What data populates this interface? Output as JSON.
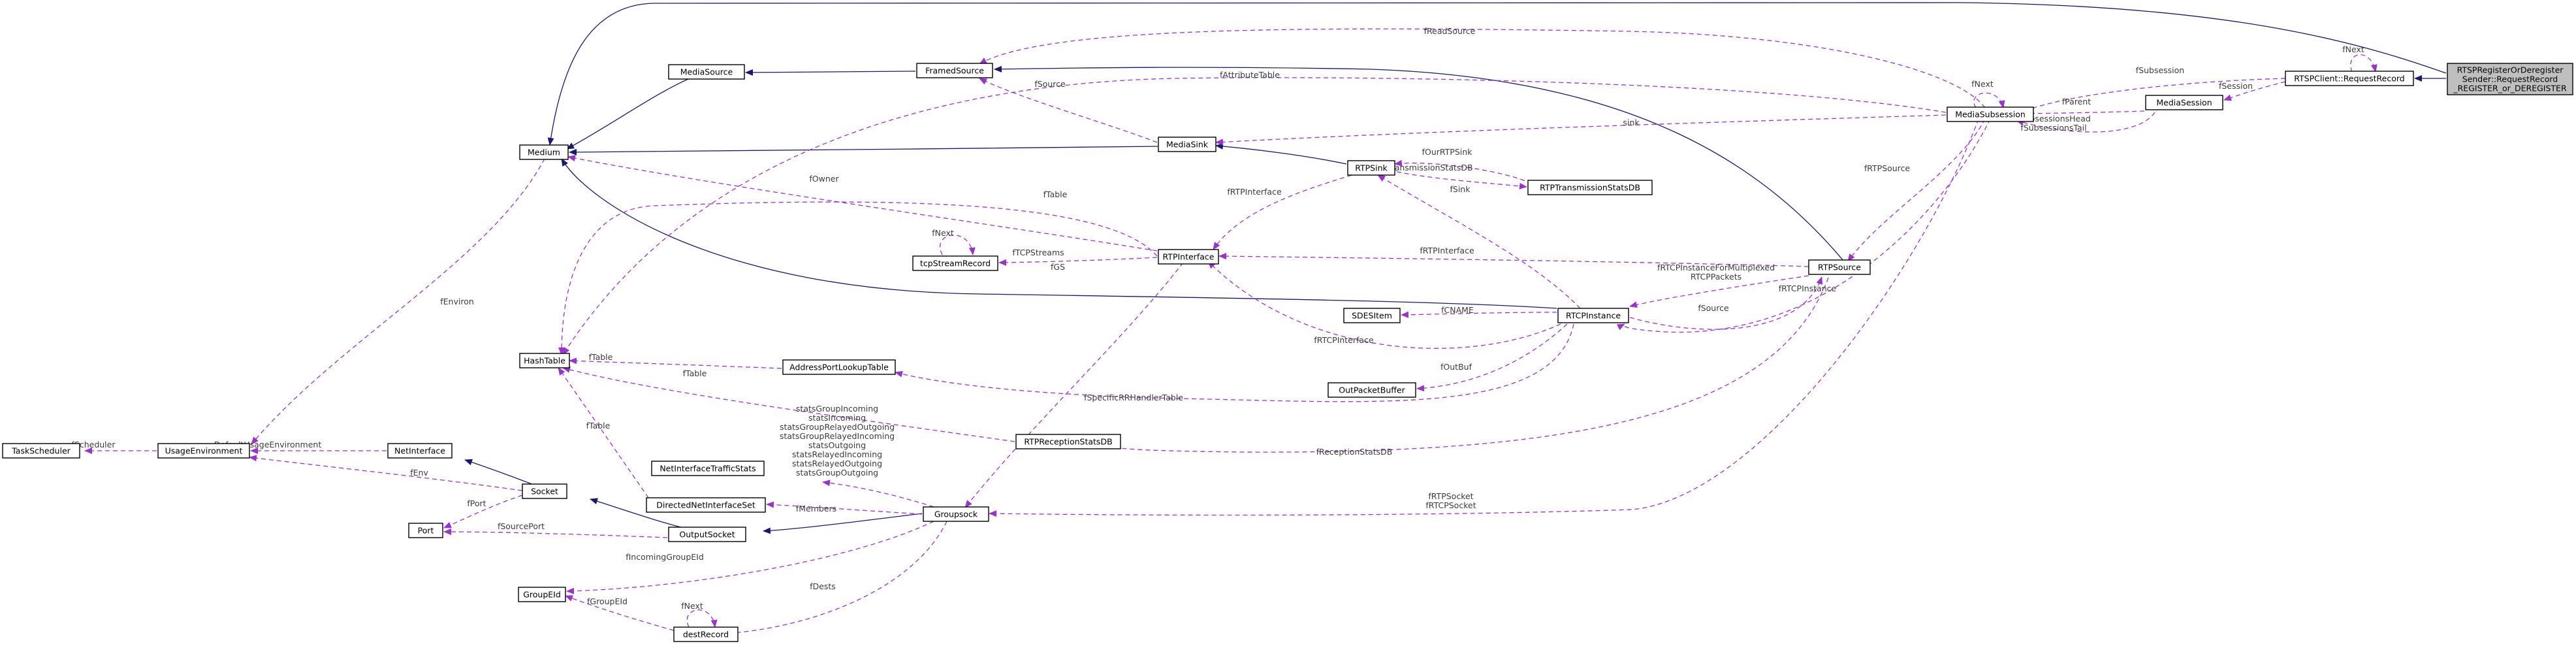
{
  "colors": {
    "inherit": "#191970",
    "use": "#9a32cd",
    "node_fill": "#ffffff",
    "focus_fill": "#bfbfbf"
  },
  "nodes": {
    "rtsp_register": {
      "lines": [
        "RTSPRegisterOrDeregister",
        "Sender::RequestRecord",
        "_REGISTER_or_DEREGISTER"
      ]
    },
    "request_record": {
      "lines": [
        "RTSPClient::RequestRecord"
      ]
    },
    "media_session": {
      "lines": [
        "MediaSession"
      ]
    },
    "media_subsession": {
      "lines": [
        "MediaSubsession"
      ]
    },
    "rtp_source": {
      "lines": [
        "RTPSource"
      ]
    },
    "rtcp_instance": {
      "lines": [
        "RTCPInstance"
      ]
    },
    "rtp_transmission_stats_db": {
      "lines": [
        "RTPTransmissionStatsDB"
      ]
    },
    "rtp_sink": {
      "lines": [
        "RTPSink"
      ]
    },
    "media_sink": {
      "lines": [
        "MediaSink"
      ]
    },
    "framed_source": {
      "lines": [
        "FramedSource"
      ]
    },
    "media_source": {
      "lines": [
        "MediaSource"
      ]
    },
    "medium": {
      "lines": [
        "Medium"
      ]
    },
    "rtp_interface": {
      "lines": [
        "RTPInterface"
      ]
    },
    "tcp_stream_record": {
      "lines": [
        "tcpStreamRecord"
      ]
    },
    "sdes_item": {
      "lines": [
        "SDESItem"
      ]
    },
    "out_packet_buffer": {
      "lines": [
        "OutPacketBuffer"
      ]
    },
    "address_port_lookup_table": {
      "lines": [
        "AddressPortLookupTable"
      ]
    },
    "hash_table": {
      "lines": [
        "HashTable"
      ]
    },
    "rtp_reception_stats_db": {
      "lines": [
        "RTPReceptionStatsDB"
      ]
    },
    "net_interface_traffic_stats": {
      "lines": [
        "NetInterfaceTrafficStats"
      ]
    },
    "directed_net_interface_set": {
      "lines": [
        "DirectedNetInterfaceSet"
      ]
    },
    "groupsock": {
      "lines": [
        "Groupsock"
      ]
    },
    "output_socket": {
      "lines": [
        "OutputSocket"
      ]
    },
    "socket": {
      "lines": [
        "Socket"
      ]
    },
    "net_interface": {
      "lines": [
        "NetInterface"
      ]
    },
    "usage_environment": {
      "lines": [
        "UsageEnvironment"
      ]
    },
    "task_scheduler": {
      "lines": [
        "TaskScheduler"
      ]
    },
    "port": {
      "lines": [
        "Port"
      ]
    },
    "group_eid": {
      "lines": [
        "GroupEId"
      ]
    },
    "dest_record": {
      "lines": [
        "destRecord"
      ]
    }
  },
  "edge_labels": {
    "fnext_request": [
      "fNext"
    ],
    "fsubsession": [
      "fSubsession"
    ],
    "fsession": [
      "fSession"
    ],
    "fparent": [
      "fParent"
    ],
    "fsubsessions_head": [
      "fSubsessionsHead",
      "fSubsessionsTail"
    ],
    "fnext_subsession": [
      "fNext"
    ],
    "freadsource": [
      "fReadSource"
    ],
    "fattributetable": [
      "fAttributeTable"
    ],
    "sink": [
      "sink"
    ],
    "frtpsource": [
      "fRTPSource"
    ],
    "frtcpinstance": [
      "fRTCPInstance"
    ],
    "frtpsocket": [
      "fRTPSocket",
      "fRTCPSocket"
    ],
    "frtcp_multiplexed": [
      "fRTCPInstanceForMultiplexed",
      "RTCPPackets"
    ],
    "fsource_rtcp": [
      "fSource"
    ],
    "frtpinterface_rtpsource": [
      "fRTPInterface"
    ],
    "freceptionstatsdb": [
      "fReceptionStatsDB"
    ],
    "fourrtpsink": [
      "fOurRTPSink"
    ],
    "ftransmissionstatsdb": [
      "fTransmissionStatsDB"
    ],
    "fsink": [
      "fSink"
    ],
    "frtpinterface_sink": [
      "fRTPInterface"
    ],
    "fsource_framed": [
      "fSource"
    ],
    "fcname": [
      "fCNAME"
    ],
    "frtcpinterface": [
      "fRTCPInterface"
    ],
    "foutbuf": [
      "fOutBuf"
    ],
    "fspecificrr": [
      "fSpecificRRHandlerTable"
    ],
    "fowner": [
      "fOwner"
    ],
    "ftable_rtpinterface": [
      "fTable"
    ],
    "ftcpstreams": [
      "fTCPStreams"
    ],
    "fnext_tcp": [
      "fNext"
    ],
    "fgs": [
      "fGS"
    ],
    "ftable_addr": [
      "fTable"
    ],
    "ftable_hash2": [
      "fTable"
    ],
    "ftable_directed": [
      "fTable"
    ],
    "fenviron": [
      "fEnviron"
    ],
    "fscheduler": [
      "fScheduler"
    ],
    "defaultusageenv": [
      "DefaultUsageEnvironment"
    ],
    "fenv": [
      "fEnv"
    ],
    "fport": [
      "fPort"
    ],
    "fsourceport": [
      "fSourcePort"
    ],
    "stats": [
      "statsGroupIncoming",
      "statsIncoming",
      "statsGroupRelayedOutgoing",
      "statsGroupRelayedIncoming",
      "statsOutgoing",
      "statsRelayedIncoming",
      "statsRelayedOutgoing",
      "statsGroupOutgoing"
    ],
    "fmembers": [
      "fMembers"
    ],
    "fincominggroupeid": [
      "fIncomingGroupEId"
    ],
    "fdests": [
      "fDests"
    ],
    "fgroupeid": [
      "fGroupEId"
    ],
    "fnext_dest": [
      "fNext"
    ]
  }
}
